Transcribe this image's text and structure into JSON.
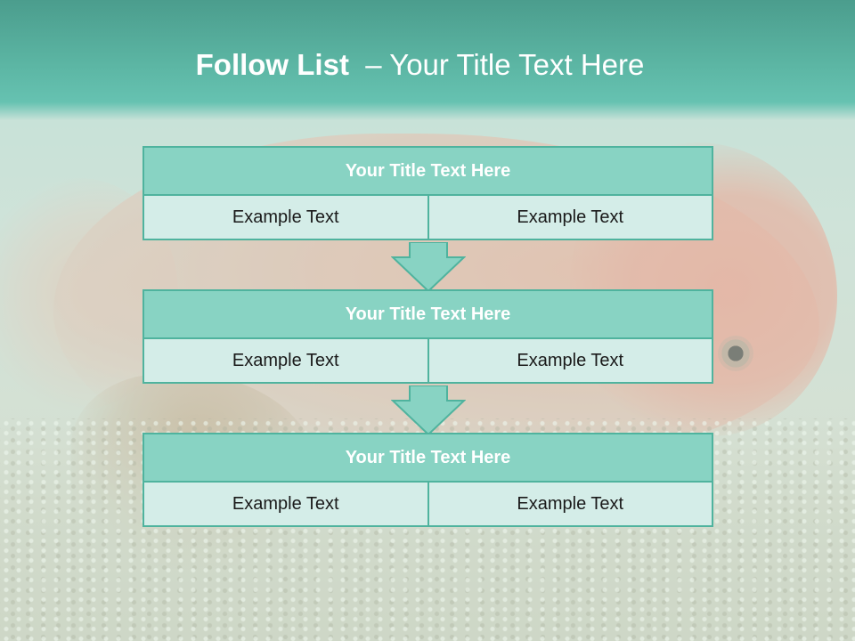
{
  "slide": {
    "title_bold": "Follow List",
    "title_rest": "  – Your Title Text Here"
  },
  "blocks": [
    {
      "title": "Your Title Text Here",
      "left": "Example Text",
      "right": "Example Text"
    },
    {
      "title": "Your Title Text Here",
      "left": "Example Text",
      "right": "Example Text"
    },
    {
      "title": "Your Title Text Here",
      "left": "Example Text",
      "right": "Example Text"
    }
  ],
  "colors": {
    "accent": "#4fb39e",
    "title_band": "#5cb6a4",
    "block_title_fill": "#88d3c3",
    "cell_fill": "#d4ede8"
  },
  "background": {
    "icon": "fish-aquarium-photo"
  }
}
